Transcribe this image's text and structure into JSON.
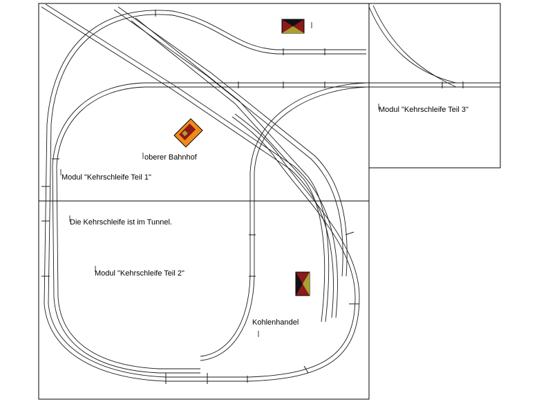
{
  "labels": {
    "oberer_bahnhof": "oberer Bahnhof",
    "modul_teil_1": "Modul \"Kehrschleife Teil 1\"",
    "modul_teil_2": "Modul \"Kehrschleife Teil 2\"",
    "modul_teil_3": "Modul \"Kehrschleife Teil 3\"",
    "tunnel_note": "Die Kehrschleife ist im Tunnel.",
    "kohlenhandel": "Kohlenhandel"
  },
  "colors": {
    "track": "#1a1a1a",
    "module_border": "#000000",
    "building_dark_red": "#8b1a1a",
    "building_olive": "#a8a030",
    "building_black": "#111111",
    "building_orange": "#f08a1c"
  },
  "icons": {
    "building_top": "house-icon",
    "building_station": "station-building-icon",
    "building_coal": "coal-house-icon"
  }
}
